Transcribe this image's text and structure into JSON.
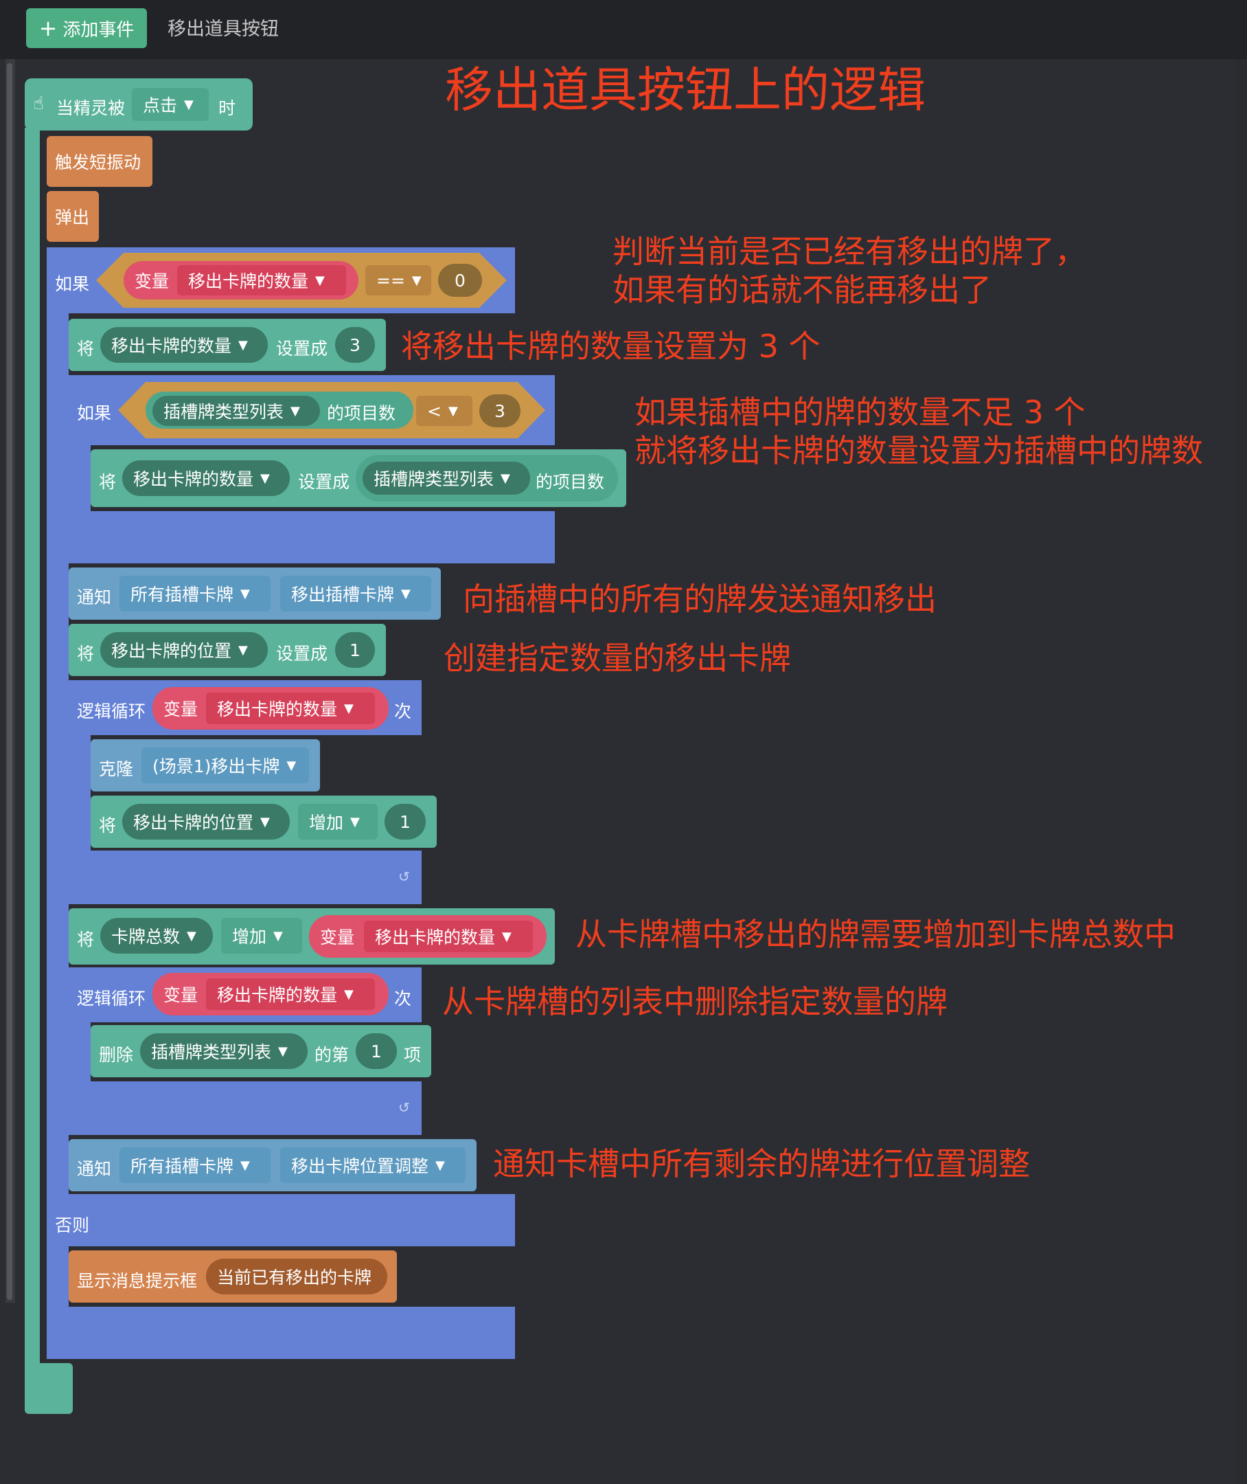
{
  "topbar": {
    "add_event": "添加事件",
    "tab": "移出道具按钮"
  },
  "annotations": {
    "title": "移出道具按钮上的逻辑",
    "a1_line1": "判断当前是否已经有移出的牌了，",
    "a1_line2": "如果有的话就不能再移出了",
    "a2": "将移出卡牌的数量设置为 3 个",
    "a3_line1": "如果插槽中的牌的数量不足 3 个",
    "a3_line2": "就将移出卡牌的数量设置为插槽中的牌数",
    "a4": "向插槽中的所有的牌发送通知移出",
    "a5": "创建指定数量的移出卡牌",
    "a6": "从卡牌槽中移出的牌需要增加到卡牌总数中",
    "a7": "从卡牌槽的列表中删除指定数量的牌",
    "a8": "通知卡槽中所有剩余的牌进行位置调整"
  },
  "blocks": {
    "hat": {
      "prefix": "当精灵被",
      "event": "点击",
      "suffix": "时"
    },
    "vibrate": "触发短振动",
    "popup": "弹出",
    "if1": {
      "label": "如果",
      "var_kw": "变量",
      "var_name": "移出卡牌的数量",
      "op": "==",
      "value": "0"
    },
    "set_count": {
      "kw": "将",
      "var": "移出卡牌的数量",
      "to": "设置成",
      "value": "3"
    },
    "if2": {
      "label": "如果",
      "list": "插槽牌类型列表",
      "count": "的项目数",
      "op": "<",
      "value": "3"
    },
    "set_count2": {
      "kw": "将",
      "var": "移出卡牌的数量",
      "to": "设置成",
      "list": "插槽牌类型列表",
      "count": "的项目数"
    },
    "notify1": {
      "kw": "通知",
      "target": "所有插槽卡牌",
      "msg": "移出插槽卡牌"
    },
    "set_pos": {
      "kw": "将",
      "var": "移出卡牌的位置",
      "to": "设置成",
      "value": "1"
    },
    "loop1": {
      "label": "逻辑循环",
      "var_kw": "变量",
      "var_name": "移出卡牌的数量",
      "times": "次"
    },
    "clone": {
      "kw": "克隆",
      "target": "(场景1)移出卡牌"
    },
    "inc_pos": {
      "kw": "将",
      "var": "移出卡牌的位置",
      "op": "增加",
      "value": "1"
    },
    "inc_total": {
      "kw": "将",
      "var": "卡牌总数",
      "op": "增加",
      "var_kw": "变量",
      "var_name": "移出卡牌的数量"
    },
    "loop2": {
      "label": "逻辑循环",
      "var_kw": "变量",
      "var_name": "移出卡牌的数量",
      "times": "次"
    },
    "delete": {
      "kw": "删除",
      "list": "插槽牌类型列表",
      "nth": "的第",
      "value": "1",
      "item": "项"
    },
    "notify2": {
      "kw": "通知",
      "target": "所有插槽卡牌",
      "msg": "移出卡牌位置调整"
    },
    "else": "否则",
    "toast": {
      "kw": "显示消息提示框",
      "msg": "当前已有移出的卡牌"
    }
  }
}
